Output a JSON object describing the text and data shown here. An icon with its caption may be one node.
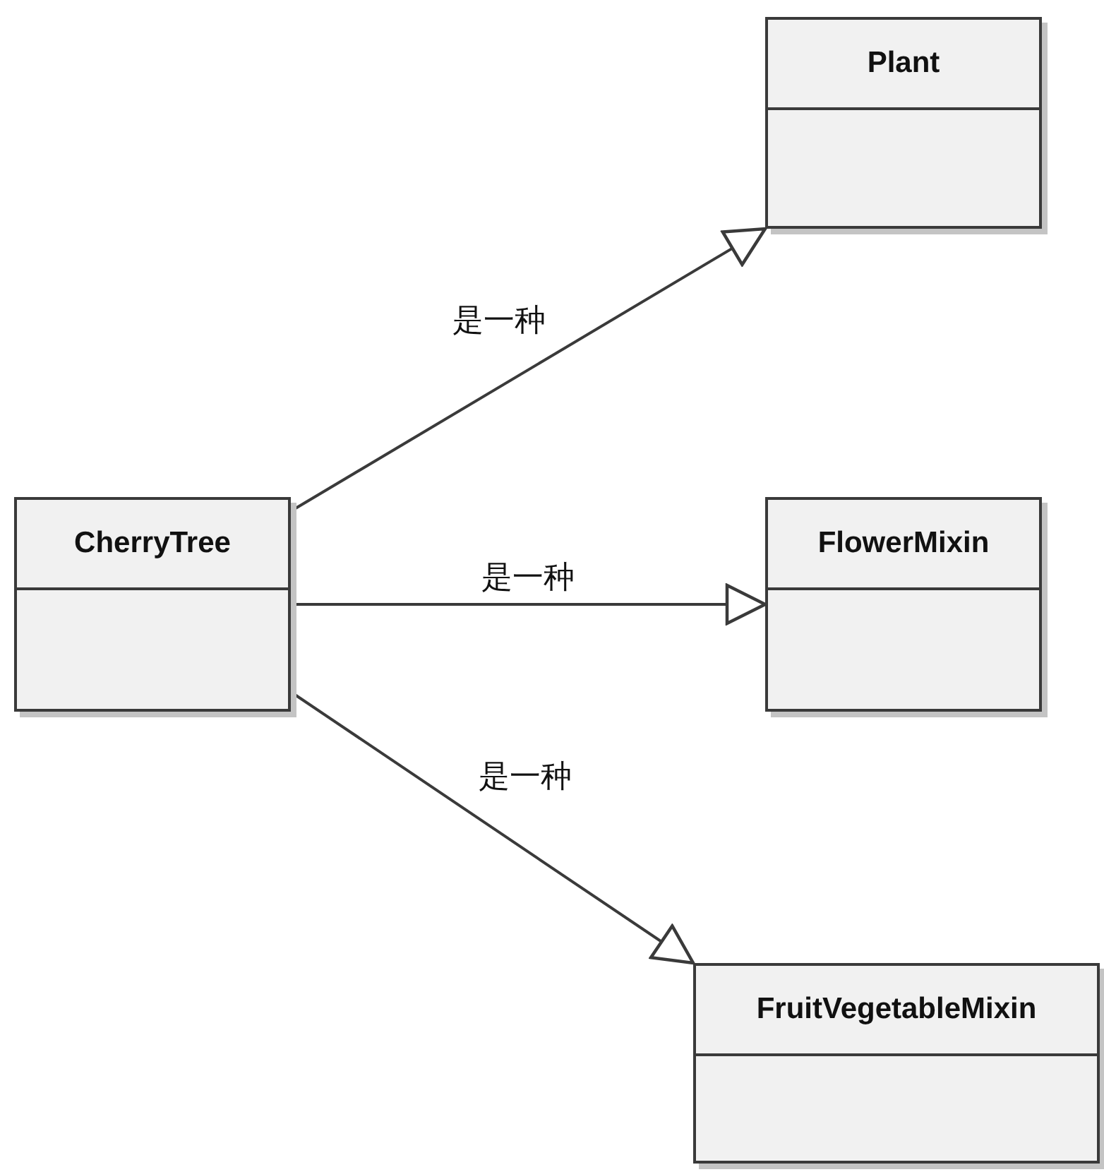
{
  "diagram": {
    "nodes": [
      {
        "text": [
          "Plant"
        ]
      },
      {
        "text": [
          "CherryTree"
        ]
      },
      {
        "text": [
          "FlowerMixin"
        ]
      },
      {
        "text": [
          "FruitVegetableMixin"
        ]
      }
    ],
    "edges": [
      {
        "from": 1,
        "to": 0,
        "arrow": "to",
        "label": "是一种"
      },
      {
        "from": 1,
        "to": 2,
        "arrow": "to",
        "label": "是一种"
      },
      {
        "from": 1,
        "to": 3,
        "arrow": "to",
        "label": "是一种"
      }
    ]
  }
}
